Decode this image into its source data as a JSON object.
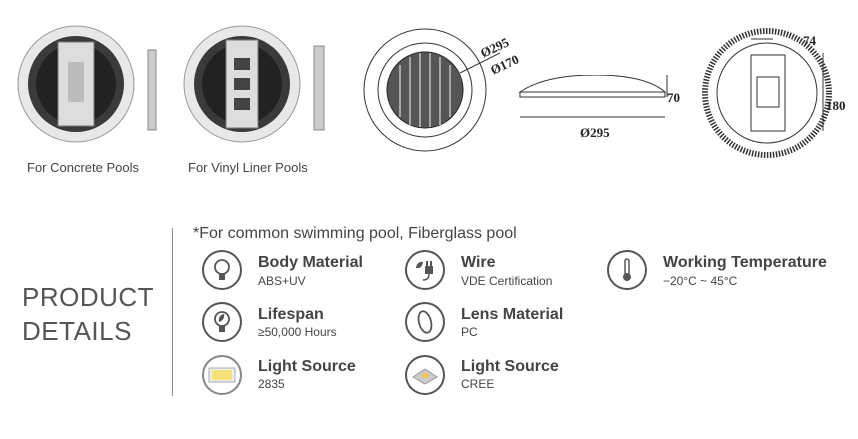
{
  "captions": {
    "concrete": "For Concrete Pools",
    "vinyl": "For Vinyl Liner Pools"
  },
  "dimensions": {
    "outer_dia": "Ø295",
    "inner_dia": "Ø170",
    "side_height": "70",
    "side_width": "Ø295",
    "bracket_width": "74",
    "bracket_height": "180"
  },
  "section_title": {
    "line1": "PRODUCT",
    "line2": "DETAILS"
  },
  "note": "*For common swimming pool, Fiberglass pool",
  "specs": [
    {
      "title": "Body Material",
      "value": "ABS+UV",
      "icon": "bulb-icon"
    },
    {
      "title": "Lifespan",
      "value": "≥50,000 Hours",
      "icon": "eco-bulb-icon"
    },
    {
      "title": "Light Source",
      "value": "2835",
      "icon": "smd-led-icon"
    },
    {
      "title": "Wire",
      "value": "VDE Certification",
      "icon": "plug-icon"
    },
    {
      "title": "Lens Material",
      "value": "PC",
      "icon": "lens-icon"
    },
    {
      "title": "Light Source",
      "value": "CREE",
      "icon": "cree-led-icon"
    },
    {
      "title": "Working Temperature",
      "value": "−20°C ~ 45°C",
      "icon": "thermometer-icon"
    }
  ]
}
